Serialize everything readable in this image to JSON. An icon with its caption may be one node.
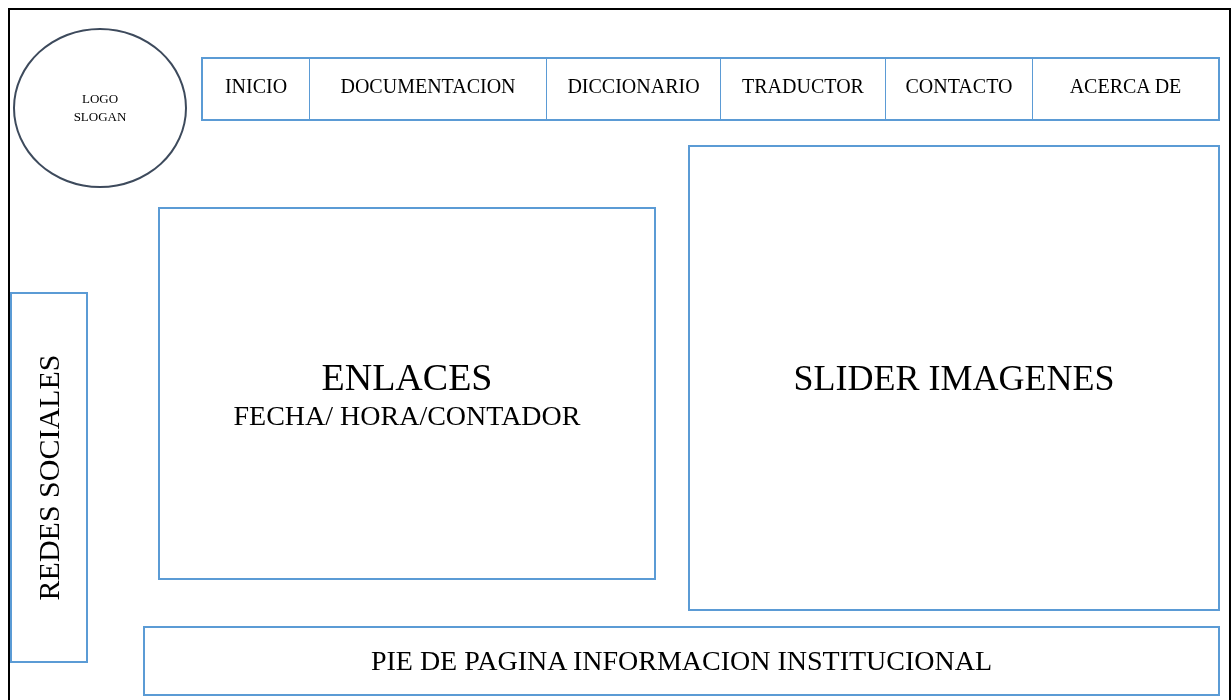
{
  "diagram": {
    "nodes": [
      {
        "text": [
          "LOGO SLOGAN"
        ]
      },
      {
        "text": [],
        "shape": "bar"
      },
      {
        "text": [
          "INICIO"
        ],
        "in": 1
      },
      {
        "text": [
          "DOCUMENTACION"
        ],
        "in": 1
      },
      {
        "text": [
          "DICCIONARIO"
        ],
        "in": 1
      },
      {
        "text": [
          "TRADUCTOR"
        ],
        "in": 1
      },
      {
        "text": [
          "CONTACTO"
        ],
        "in": 1
      },
      {
        "text": [
          "ACERCA DE"
        ],
        "in": 1
      },
      {
        "text": [
          "ENLACES",
          "FECHA/ HORA/CONTADOR"
        ]
      },
      {
        "text": [
          "SLIDER IMAGENES"
        ]
      },
      {
        "text": [
          "REDES SOCIALES"
        ]
      },
      {
        "text": [
          "PIE DE PAGINA INFORMACION INSTITUCIONAL"
        ]
      }
    ]
  }
}
